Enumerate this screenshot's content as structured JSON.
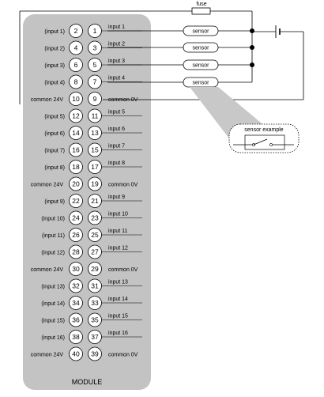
{
  "module": {
    "title": "MODULE",
    "rows": [
      {
        "left_label": "(input 1)",
        "left_pin": "2",
        "right_pin": "1",
        "right_label": "input 1"
      },
      {
        "left_label": "(input 2)",
        "left_pin": "4",
        "right_pin": "3",
        "right_label": "input 2"
      },
      {
        "left_label": "(input 3)",
        "left_pin": "6",
        "right_pin": "5",
        "right_label": "input 3"
      },
      {
        "left_label": "(input 4)",
        "left_pin": "8",
        "right_pin": "7",
        "right_label": "input 4"
      },
      {
        "left_label": "common 24V",
        "left_pin": "10",
        "right_pin": "9",
        "right_label": "common 0V"
      },
      {
        "left_label": "(input 5)",
        "left_pin": "12",
        "right_pin": "11",
        "right_label": "input 5"
      },
      {
        "left_label": "(input 6)",
        "left_pin": "14",
        "right_pin": "13",
        "right_label": "input 6"
      },
      {
        "left_label": "(input 7)",
        "left_pin": "16",
        "right_pin": "15",
        "right_label": "input 7"
      },
      {
        "left_label": "(input 8)",
        "left_pin": "18",
        "right_pin": "17",
        "right_label": "input 8"
      },
      {
        "left_label": "common 24V",
        "left_pin": "20",
        "right_pin": "19",
        "right_label": "common 0V"
      },
      {
        "left_label": "(input 9)",
        "left_pin": "22",
        "right_pin": "21",
        "right_label": "input 9"
      },
      {
        "left_label": "(input 10)",
        "left_pin": "24",
        "right_pin": "23",
        "right_label": "input 10"
      },
      {
        "left_label": "(input 11)",
        "left_pin": "26",
        "right_pin": "25",
        "right_label": "input 11"
      },
      {
        "left_label": "(input 12)",
        "left_pin": "28",
        "right_pin": "27",
        "right_label": "input 12"
      },
      {
        "left_label": "common 24V",
        "left_pin": "30",
        "right_pin": "29",
        "right_label": "common 0V"
      },
      {
        "left_label": "(input 13)",
        "left_pin": "32",
        "right_pin": "31",
        "right_label": "input 13"
      },
      {
        "left_label": "(input 14)",
        "left_pin": "34",
        "right_pin": "33",
        "right_label": "input 14"
      },
      {
        "left_label": "(input 15)",
        "left_pin": "36",
        "right_pin": "35",
        "right_label": "input 15"
      },
      {
        "left_label": "(input 16)",
        "left_pin": "38",
        "right_pin": "37",
        "right_label": "input 16"
      },
      {
        "left_label": "common 24V",
        "left_pin": "40",
        "right_pin": "39",
        "right_label": "common 0V"
      }
    ]
  },
  "fuse": {
    "label": "fuse"
  },
  "sensors": [
    {
      "label": "sensor"
    },
    {
      "label": "sensor"
    },
    {
      "label": "sensor"
    },
    {
      "label": "sensor"
    }
  ],
  "sensor_example": {
    "label": "sensor example"
  },
  "colors": {
    "module_fill": "#c3c3c3",
    "stroke": "#000000",
    "pin_fill": "#ffffff"
  }
}
